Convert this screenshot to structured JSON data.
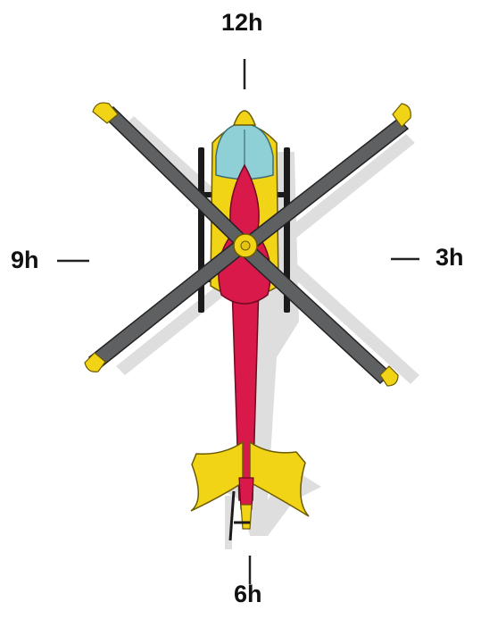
{
  "labels": {
    "top": "12h",
    "left": "9h",
    "right": "3h",
    "bottom": "6h"
  },
  "colors": {
    "fuselage_red": "#d8194a",
    "body_yellow": "#f2d417",
    "canopy_blue": "#8fcfd6",
    "rotor_gray": "#5e6062",
    "skid_black": "#1b1b1b",
    "shadow_gray": "#d6d6d6"
  },
  "icons": [
    "helicopter-top-view-icon"
  ]
}
